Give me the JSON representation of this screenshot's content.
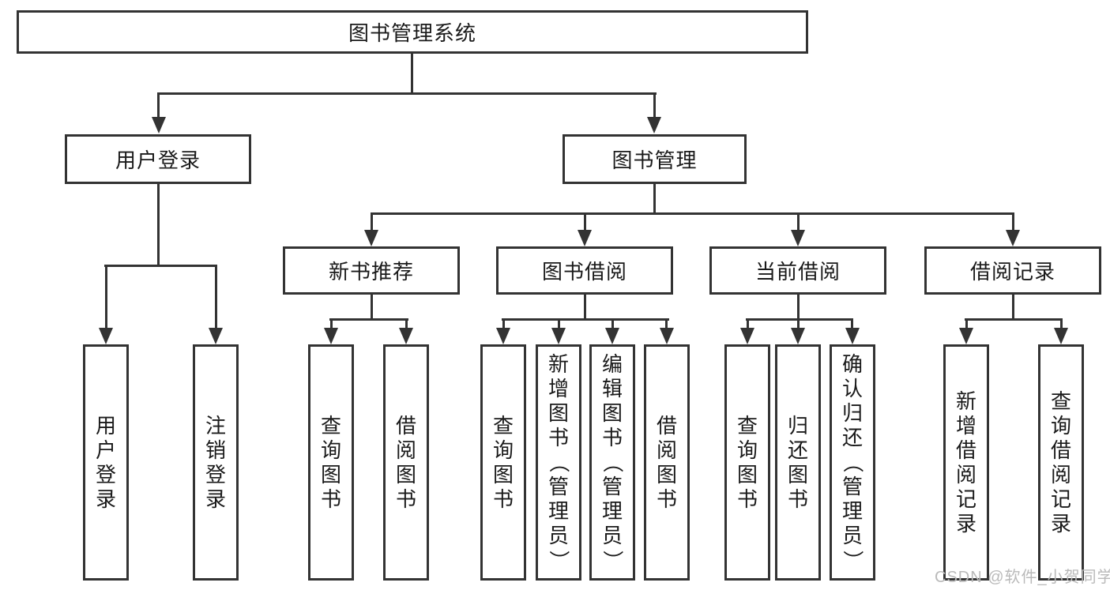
{
  "colors": {
    "line": "#333333",
    "text": "#1a1a1a",
    "watermark": "#bababa",
    "background": "#ffffff"
  },
  "watermark": {
    "text": "CSDN @软件_小贺同学"
  },
  "tree": {
    "root": {
      "label": "图书管理系统"
    },
    "branches": [
      {
        "label": "用户登录",
        "children_labels": [
          "用户登录",
          "注销登录"
        ]
      },
      {
        "label": "图书管理",
        "children": [
          {
            "label": "新书推荐",
            "children_labels": [
              "查询图书",
              "借阅图书"
            ]
          },
          {
            "label": "图书借阅",
            "children_labels": [
              "查询图书",
              "新增图书（管理员）",
              "编辑图书（管理员）",
              "借阅图书"
            ]
          },
          {
            "label": "当前借阅",
            "children_labels": [
              "查询图书",
              "归还图书",
              "确认归还（管理员）"
            ]
          },
          {
            "label": "借阅记录",
            "children_labels": [
              "新增借阅记录",
              "查询借阅记录"
            ]
          }
        ]
      }
    ]
  }
}
